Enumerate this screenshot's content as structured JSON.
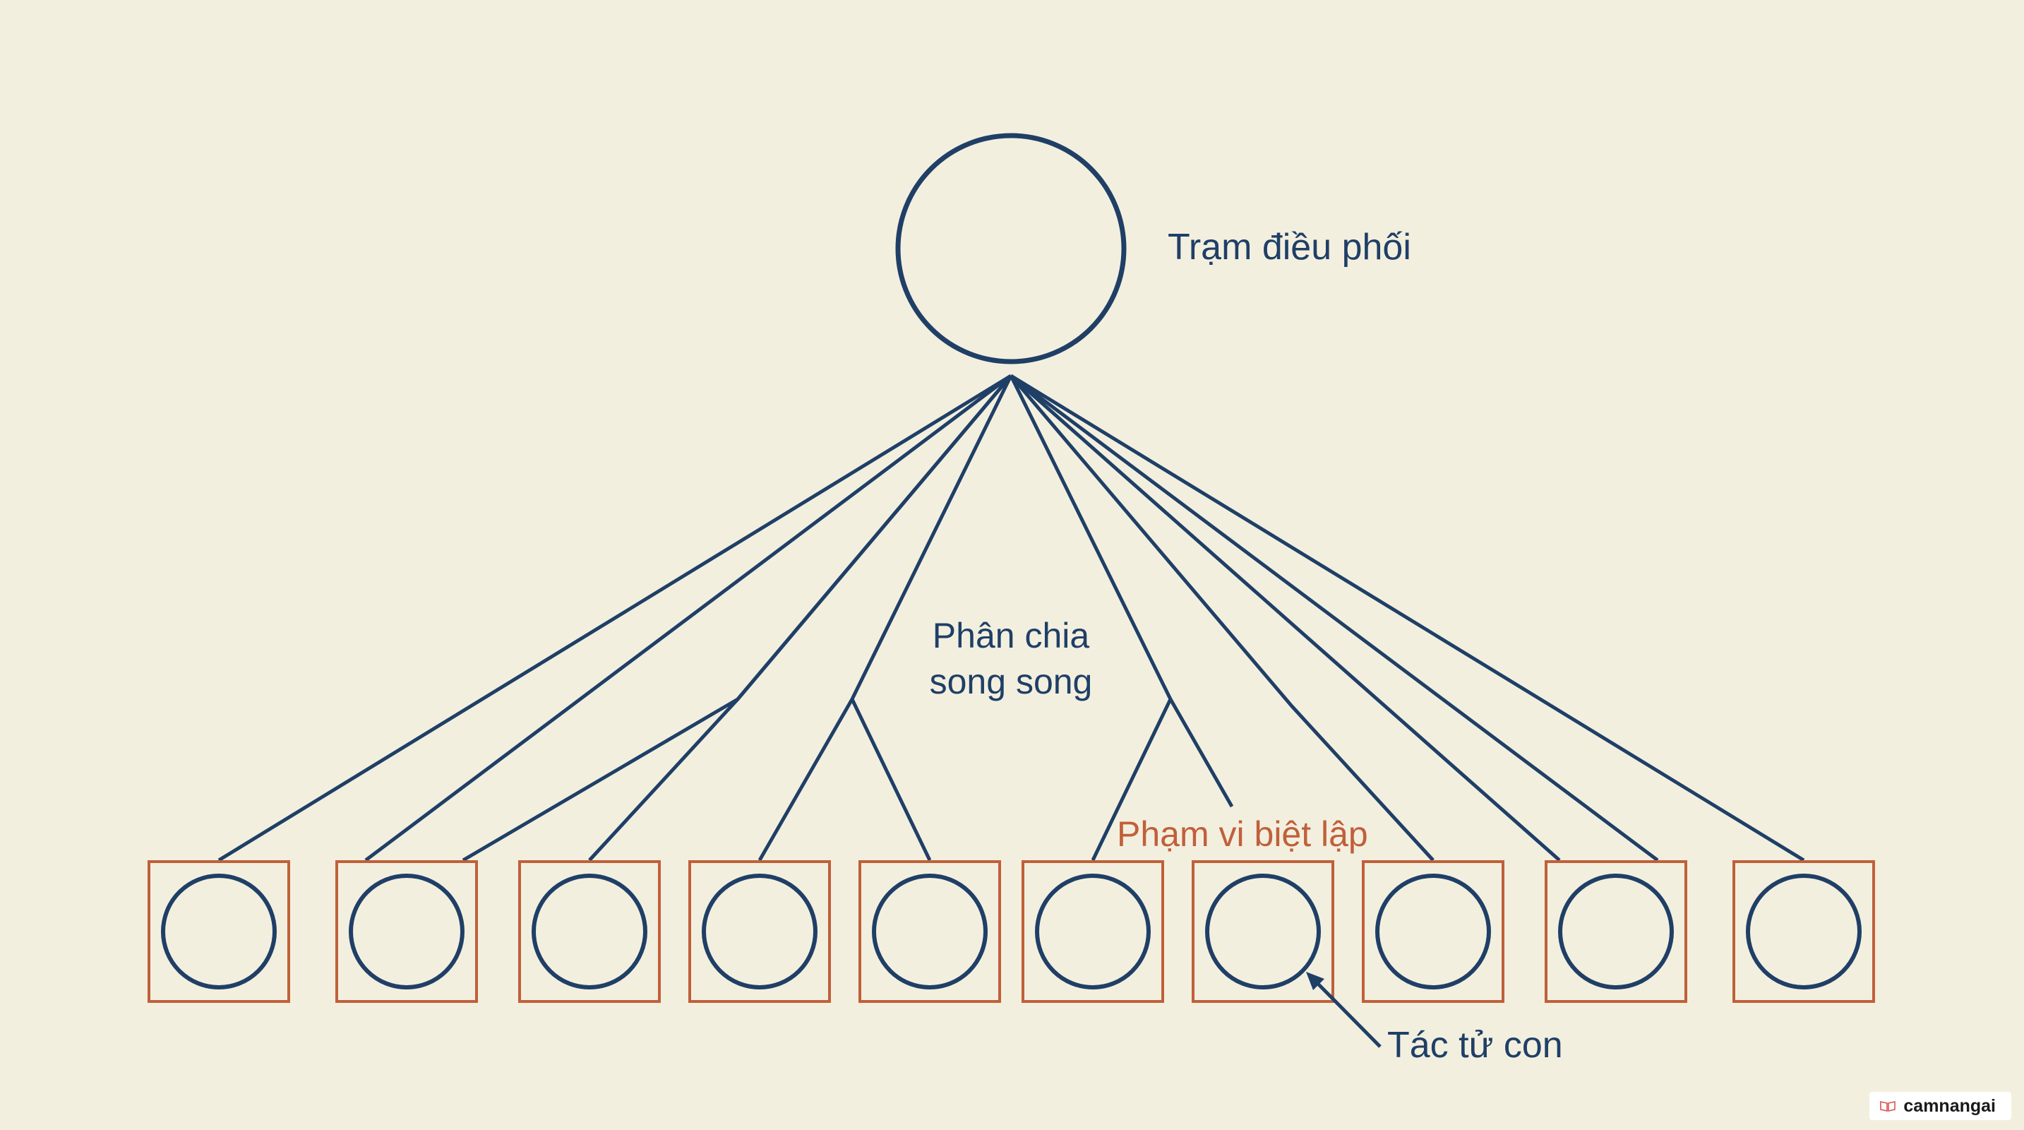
{
  "labels": {
    "coordinator": "Trạm điều phối",
    "fanout_line1": "Phân chia",
    "fanout_line2": "song song",
    "isolation": "Phạm vi biệt lập",
    "subagent": "Tác tử con"
  },
  "worker_count": 10,
  "watermark": {
    "text": "camnangai",
    "icon": "book-icon"
  },
  "colors": {
    "background": "#f3efdf",
    "primary": "#1f3f66",
    "accent": "#c0603a"
  }
}
